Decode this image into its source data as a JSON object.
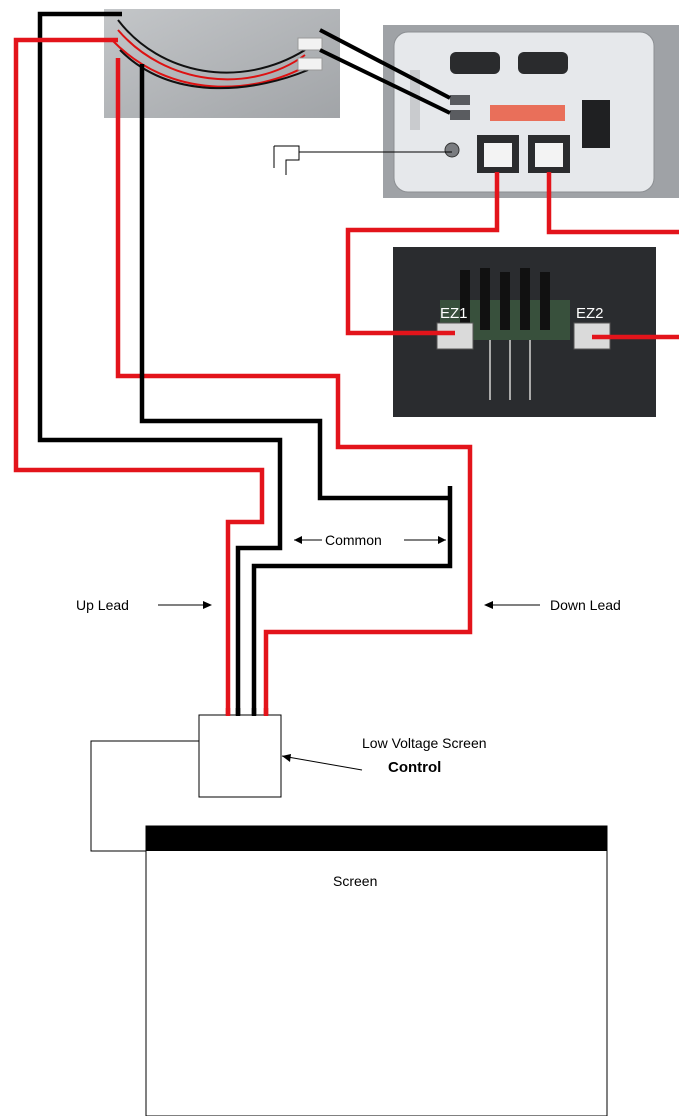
{
  "colors": {
    "wire_red": "#e3141b",
    "wire_black": "#000000",
    "panel_grey": "#b9bcc0",
    "faceplate": "#e4e6e9",
    "board_dark": "#26282b",
    "screen_bar": "#000000"
  },
  "labels": {
    "ez1": "EZ1",
    "ez2": "EZ2",
    "common": "Common",
    "up_lead": "Up Lead",
    "down_lead": "Down Lead",
    "control_line1": "Low Voltage Screen",
    "control_line2": "Control",
    "screen": "Screen"
  },
  "icons": {
    "ground_symbol": "relay-icon"
  }
}
